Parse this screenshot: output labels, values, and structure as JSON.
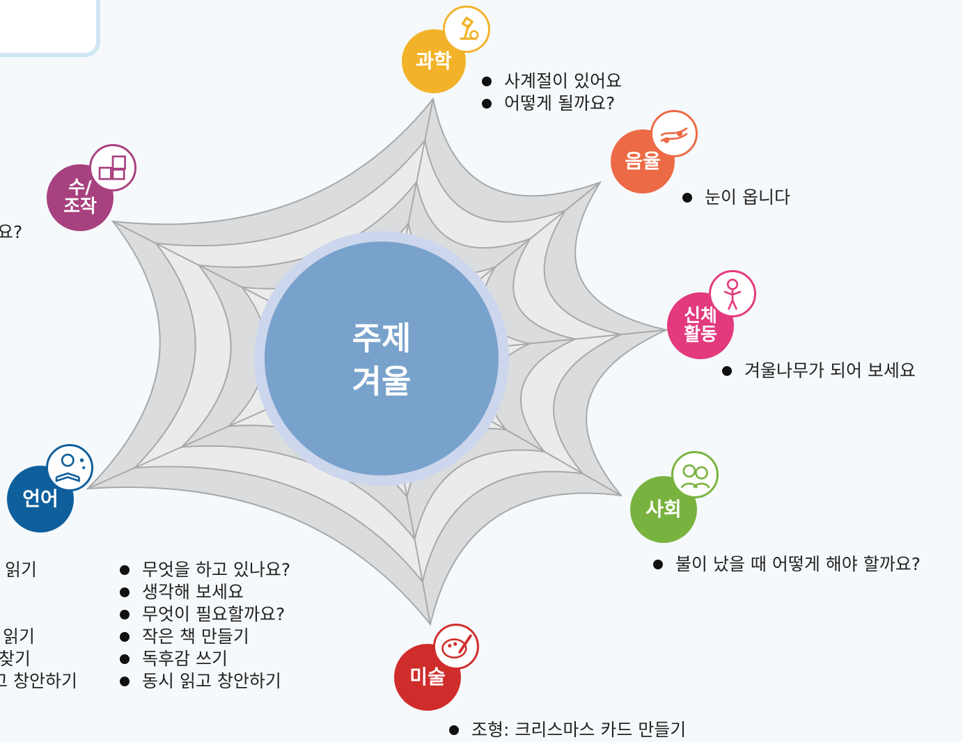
{
  "center": {
    "line1": "주제",
    "line2": "겨울"
  },
  "colors": {
    "center_fill": "#78a2cc",
    "center_ring": "#ccd6ec",
    "web_fill": "#dbdcdd",
    "web_stroke": "#a7a8a9"
  },
  "title_fragment": "간",
  "topics": [
    {
      "id": "science",
      "label_lines": [
        "과학"
      ],
      "color": "#f2b32a",
      "icon": "microscope-icon",
      "notes": [
        "사계절이 있어요",
        "어떻게 될까요?"
      ]
    },
    {
      "id": "music",
      "label_lines": [
        "음율"
      ],
      "color": "#ec6a46",
      "icon": "music-notes-icon",
      "notes": [
        "눈이 옵니다"
      ]
    },
    {
      "id": "physical",
      "label_lines": [
        "신체",
        "활동"
      ],
      "color": "#e23a7d",
      "icon": "jumping-child-icon",
      "notes": [
        "겨울나무가 되어 보세요"
      ]
    },
    {
      "id": "social",
      "label_lines": [
        "사회"
      ],
      "color": "#79b33f",
      "icon": "people-icon",
      "notes": [
        "불이 났을 때 어떻게 해야 할까요?"
      ]
    },
    {
      "id": "art",
      "label_lines": [
        "미술"
      ],
      "color": "#cf2d2b",
      "icon": "palette-icon",
      "notes": [
        "조형: 크리스마스 카드 만들기"
      ]
    },
    {
      "id": "language",
      "label_lines": [
        "언어"
      ],
      "color": "#0e5f9c",
      "icon": "reading-child-icon",
      "notes": [
        "무엇을 하고 있나요?",
        "생각해 보세요",
        "무엇이 필요할까요?",
        "작은 책 만들기",
        "독후감 쓰기",
        "동시 읽고 창안하기"
      ]
    },
    {
      "id": "math",
      "label_lines": [
        "수/",
        "조작"
      ],
      "color": "#a8417f",
      "icon": "blocks-icon",
      "notes": []
    }
  ],
  "clipped_text": {
    "math_note": "요?",
    "left_col": [
      "- 읽기",
      "읽기",
      "찾기",
      "고 창안하기"
    ]
  }
}
